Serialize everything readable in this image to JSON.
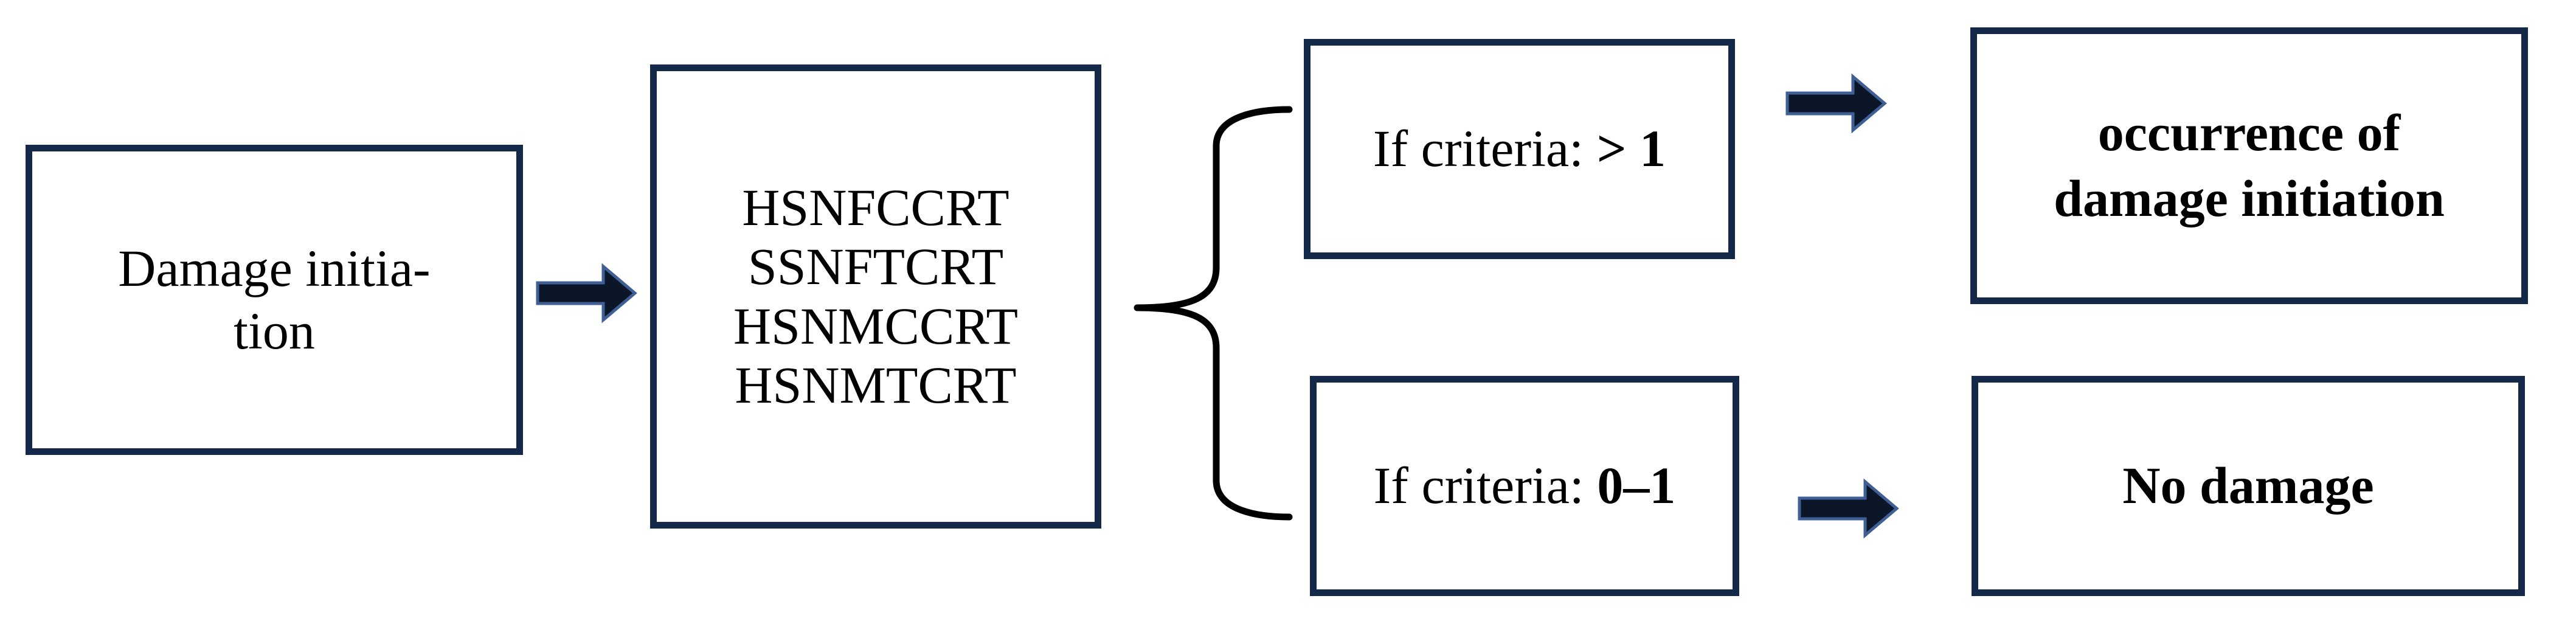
{
  "diagram": {
    "damage_initiation": {
      "label_line1": "Damage initia-",
      "label_line2": "tion"
    },
    "criteria_list": [
      "HSNFCCRT",
      "SSNFTCRT",
      "HSNMCCRT",
      "HSNMTCRT"
    ],
    "branch_gt1": {
      "prefix": "If criteria: ",
      "value": "> 1"
    },
    "branch_0to1": {
      "prefix": "If criteria: ",
      "value": "0–1"
    },
    "result_damage": {
      "line1": "occurrence of",
      "line2": "damage initiation"
    },
    "result_no_damage": {
      "label": "No damage"
    }
  },
  "colors": {
    "box_border": "#14294a",
    "arrow_fill": "#0b1628",
    "arrow_stroke": "#3f5f95",
    "brace": "#000000"
  },
  "icons": [
    "right-arrow-icon",
    "curly-brace-icon"
  ]
}
